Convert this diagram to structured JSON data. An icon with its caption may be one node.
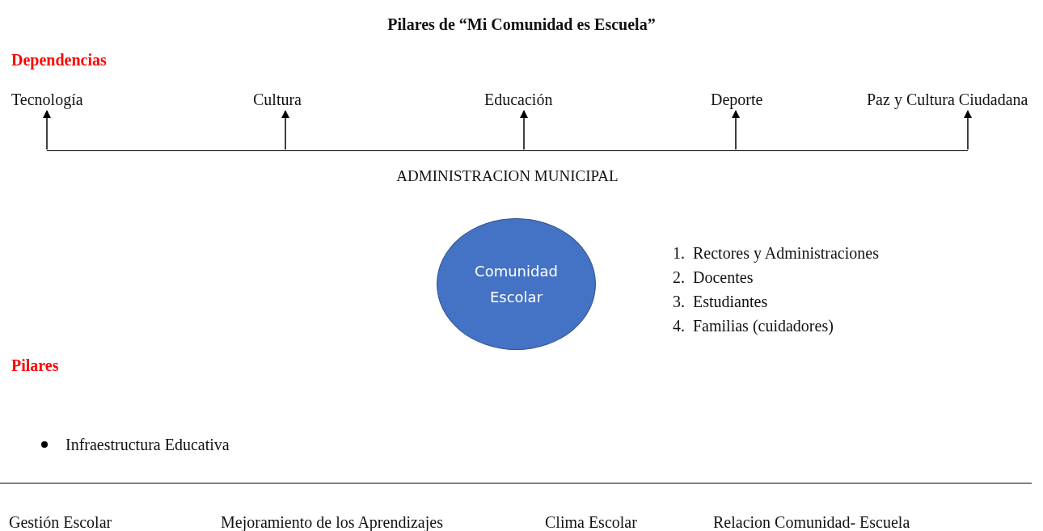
{
  "diagram": {
    "title": "Pilares de “Mi Comunidad es Escuela”",
    "nodes": [
      {
        "text": [
          "Tecnología"
        ]
      },
      {
        "text": [
          "Cultura"
        ]
      },
      {
        "text": [
          "Educación"
        ]
      },
      {
        "text": [
          "Deporte"
        ]
      },
      {
        "text": [
          "Paz y Cultura Ciudadana"
        ]
      },
      {
        "text": [
          "ADMINISTRACION MUNICIPAL"
        ]
      },
      {
        "text": [
          "Comunidad Escolar"
        ]
      }
    ],
    "edges": [
      {
        "from": 5,
        "to": 0,
        "arrow": "to"
      },
      {
        "from": 5,
        "to": 1,
        "arrow": "to"
      },
      {
        "from": 5,
        "to": 2,
        "arrow": "to"
      },
      {
        "from": 5,
        "to": 3,
        "arrow": "to"
      },
      {
        "from": 5,
        "to": 4,
        "arrow": "to"
      }
    ],
    "labels": [
      "Dependencias",
      "1.  Rectores y Administraciones",
      "2.  Docentes",
      "3.  Estudiantes",
      "4.  Familias (cuidadores)",
      "Pilares",
      "Infraestructura Educativa",
      "Gestión Escolar",
      "Mejoramiento de los Aprendizajes",
      "Clima Escolar",
      "Relacion Comunidad- Escuela"
    ]
  }
}
